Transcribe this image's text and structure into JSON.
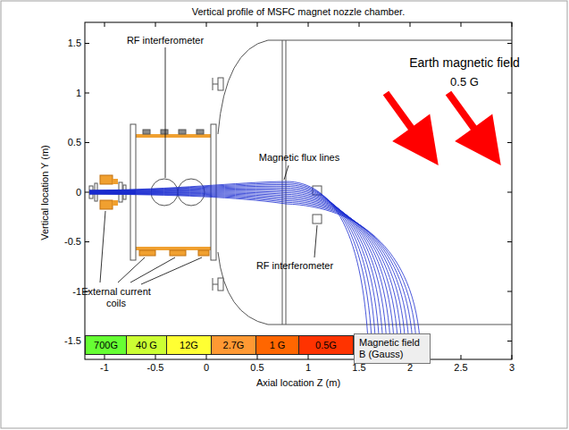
{
  "diagram": {
    "title": "Vertical profile of MSFC magnet nozzle chamber.",
    "nodes": [
      {
        "text": [
          "Magnetic field B (Gauss)"
        ]
      }
    ],
    "labels": [
      "-1",
      "-0.5",
      "0",
      "0.5",
      "1",
      "1.5",
      "2",
      "2.5",
      "3",
      "1.5",
      "1",
      "0.5",
      "0",
      "-0.5",
      "-1",
      "-1.5",
      "Axial location Z (m)",
      "Vertical location Y (m)",
      "RF interferometer",
      "Magnetic flux lines",
      "Earth magnetic field",
      "0.5 G",
      "External current coils",
      "RF interferometer"
    ],
    "legend": [
      {
        "text": "700G",
        "color": "#66ff33"
      },
      {
        "text": "40 G",
        "color": "#ccff33"
      },
      {
        "text": "12G",
        "color": "#ffff33"
      },
      {
        "text": "2.7G",
        "color": "#ff9933"
      },
      {
        "text": "1 G",
        "color": "#ff6600"
      },
      {
        "text": "0.5G",
        "color": "#ff3300"
      }
    ]
  }
}
